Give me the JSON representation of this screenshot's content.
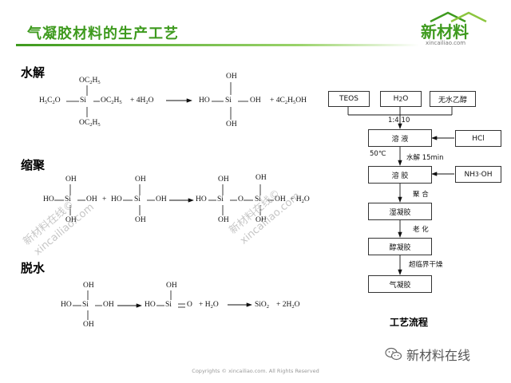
{
  "header": {
    "title": "气凝胶材料的生产工艺",
    "logo_text": "新材料",
    "logo_url": "xincailiao.com"
  },
  "sections": {
    "hydrolysis": "水解",
    "condensation": "缩聚",
    "dehydration": "脱水"
  },
  "reactions": {
    "hydrolysis": {
      "oc2h5_a": "OC2H5",
      "h5c2o": "H5C2O",
      "si": "Si",
      "oc2h5_right": "OC2H5",
      "oc2h5_b": "OC2H5",
      "plus_4h2o": "+ 4H2O",
      "oh_top": "OH",
      "ho": "HO",
      "si_product": "Si",
      "oh_right": "OH",
      "oh_bottom": "OH",
      "plus_ethanol": "+ 4C2H5OH"
    },
    "condensation": {
      "oh_top": "OH",
      "ho_left": "HO",
      "si1": "Si",
      "oh_right1": "OH",
      "oh_bottom": "OH",
      "plus1": "+",
      "ho2": "HO",
      "si2": "Si",
      "oh2_top": "OH",
      "oh2_right": "OH",
      "oh2_bottom": "OH",
      "p_oh_top1": "OH",
      "p_oh_top2": "OH",
      "p_ho": "HO",
      "p_si1": "Si",
      "p_o": "O",
      "p_si2": "Si",
      "p_oh_right": "OH",
      "p_oh_bottom1": "OH",
      "p_oh_bottom2": "OH",
      "plus_h2o": "+ H2O"
    },
    "dehydration": {
      "oh_top": "OH",
      "ho": "HO",
      "si": "Si",
      "oh_right": "OH",
      "oh_bottom": "OH",
      "p_oh_top": "OH",
      "p_ho": "HO",
      "p_si": "Si",
      "p_o": "O",
      "plus_h2o": "+ H2O",
      "sio2": "SiO2",
      "plus_2h2o": "+ 2H2O"
    }
  },
  "flowchart": {
    "teos": "TEOS",
    "h2o": "H2O",
    "ethanol": "无水乙醇",
    "ratio": "1:4:10",
    "sol": "溶  液",
    "hcl": "HCl",
    "temp": "50℃",
    "hydrolysis_time": "水解 15min",
    "gel": "溶  胶",
    "nh3": "NH3·OH",
    "polymerize": "聚  合",
    "wet_gel": "湿凝胶",
    "aging": "老  化",
    "alcogel": "醇凝胶",
    "drying": "超临界干燥",
    "aerogel": "气凝胶",
    "title": "工艺流程"
  },
  "watermark": {
    "cn": "新材料在线©",
    "en": "xincailiao.com"
  },
  "footer": {
    "wechat": "新材料在线",
    "copyright": "Copyrights © xincailiao.com. All Rights Reserved"
  },
  "colors": {
    "accent": "#3e9a1e"
  }
}
